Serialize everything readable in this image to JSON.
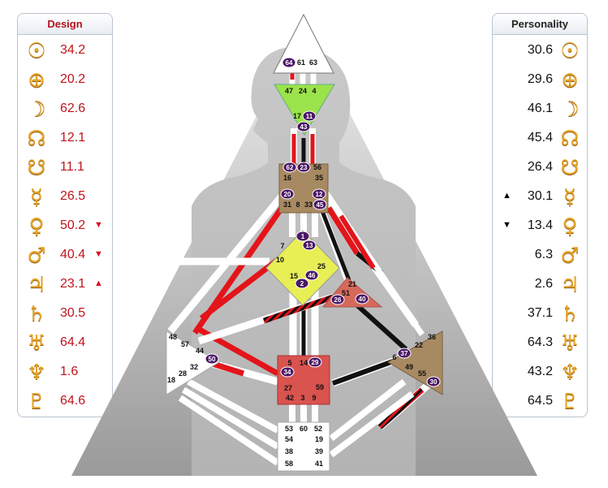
{
  "design": {
    "title": "Design",
    "rows": [
      {
        "planet": "sun-icon",
        "glyph": "☉",
        "value": "34.2",
        "arrow": ""
      },
      {
        "planet": "earth-icon",
        "glyph": "⊕",
        "value": "20.2",
        "arrow": ""
      },
      {
        "planet": "moon-icon",
        "glyph": "☽",
        "value": "62.6",
        "arrow": ""
      },
      {
        "planet": "north-node-icon",
        "glyph": "☊",
        "value": "12.1",
        "arrow": ""
      },
      {
        "planet": "south-node-icon",
        "glyph": "☋",
        "value": "11.1",
        "arrow": ""
      },
      {
        "planet": "mercury-icon",
        "glyph": "☿",
        "value": "26.5",
        "arrow": ""
      },
      {
        "planet": "venus-icon",
        "glyph": "♀",
        "value": "50.2",
        "arrow": "▼"
      },
      {
        "planet": "mars-icon",
        "glyph": "♂",
        "value": "40.4",
        "arrow": "▼"
      },
      {
        "planet": "jupiter-icon",
        "glyph": "♃",
        "value": "23.1",
        "arrow": "▲"
      },
      {
        "planet": "saturn-icon",
        "glyph": "♄",
        "value": "30.5",
        "arrow": ""
      },
      {
        "planet": "uranus-icon",
        "glyph": "♅",
        "value": "64.4",
        "arrow": ""
      },
      {
        "planet": "neptune-icon",
        "glyph": "♆",
        "value": "1.6",
        "arrow": ""
      },
      {
        "planet": "pluto-icon",
        "glyph": "♇",
        "value": "64.6",
        "arrow": ""
      }
    ]
  },
  "personality": {
    "title": "Personality",
    "rows": [
      {
        "planet": "sun-icon",
        "glyph": "☉",
        "value": "30.6",
        "arrow": ""
      },
      {
        "planet": "earth-icon",
        "glyph": "⊕",
        "value": "29.6",
        "arrow": ""
      },
      {
        "planet": "moon-icon",
        "glyph": "☽",
        "value": "46.1",
        "arrow": ""
      },
      {
        "planet": "north-node-icon",
        "glyph": "☊",
        "value": "45.4",
        "arrow": ""
      },
      {
        "planet": "south-node-icon",
        "glyph": "☋",
        "value": "26.4",
        "arrow": ""
      },
      {
        "planet": "mercury-icon",
        "glyph": "☿",
        "value": "30.1",
        "arrow": "▲"
      },
      {
        "planet": "venus-icon",
        "glyph": "♀",
        "value": "13.4",
        "arrow": "▼"
      },
      {
        "planet": "mars-icon",
        "glyph": "♂",
        "value": "6.3",
        "arrow": ""
      },
      {
        "planet": "jupiter-icon",
        "glyph": "♃",
        "value": "2.6",
        "arrow": ""
      },
      {
        "planet": "saturn-icon",
        "glyph": "♄",
        "value": "37.1",
        "arrow": ""
      },
      {
        "planet": "uranus-icon",
        "glyph": "♅",
        "value": "64.3",
        "arrow": ""
      },
      {
        "planet": "neptune-icon",
        "glyph": "♆",
        "value": "43.2",
        "arrow": ""
      },
      {
        "planet": "pluto-icon",
        "glyph": "♇",
        "value": "64.5",
        "arrow": ""
      }
    ]
  },
  "colors": {
    "design_red": "#c0141c",
    "channel_red": "#e3141a",
    "channel_black": "#111111",
    "active_gate": "#4a1766",
    "planet_gold": "#e6a326"
  },
  "centers": [
    {
      "name": "head",
      "color": "#ffffff",
      "gates": [
        "64",
        "61",
        "63"
      ],
      "active": [
        "64"
      ]
    },
    {
      "name": "ajna",
      "color": "#9be34a",
      "gates": [
        "47",
        "24",
        "4",
        "17",
        "11",
        "43"
      ],
      "active": [
        "11",
        "43"
      ]
    },
    {
      "name": "throat",
      "color": "#a88a62",
      "gates": [
        "62",
        "23",
        "56",
        "16",
        "35",
        "20",
        "12",
        "31",
        "8",
        "33",
        "45"
      ],
      "active": [
        "62",
        "23",
        "20",
        "12",
        "45"
      ]
    },
    {
      "name": "g",
      "color": "#e7ef55",
      "gates": [
        "1",
        "13",
        "7",
        "10",
        "25",
        "15",
        "46",
        "2"
      ],
      "active": [
        "1",
        "13",
        "46",
        "2"
      ]
    },
    {
      "name": "heart",
      "color": "#d66a5a",
      "gates": [
        "21",
        "51",
        "26",
        "40"
      ],
      "active": [
        "26",
        "40"
      ]
    },
    {
      "name": "spleen",
      "color": "#ffffff",
      "gates": [
        "48",
        "57",
        "44",
        "50",
        "32",
        "28",
        "18"
      ],
      "active": [
        "50"
      ]
    },
    {
      "name": "sacral",
      "color": "#d9534f",
      "gates": [
        "5",
        "14",
        "29",
        "34",
        "27",
        "59",
        "42",
        "3",
        "9"
      ],
      "active": [
        "34",
        "29"
      ]
    },
    {
      "name": "solar-plexus",
      "color": "#a88a62",
      "gates": [
        "36",
        "22",
        "6",
        "37",
        "49",
        "55",
        "30"
      ],
      "active": [
        "37",
        "30"
      ]
    },
    {
      "name": "root",
      "color": "#ffffff",
      "gates": [
        "53",
        "60",
        "52",
        "54",
        "19",
        "38",
        "39",
        "58",
        "41"
      ],
      "active": []
    }
  ]
}
